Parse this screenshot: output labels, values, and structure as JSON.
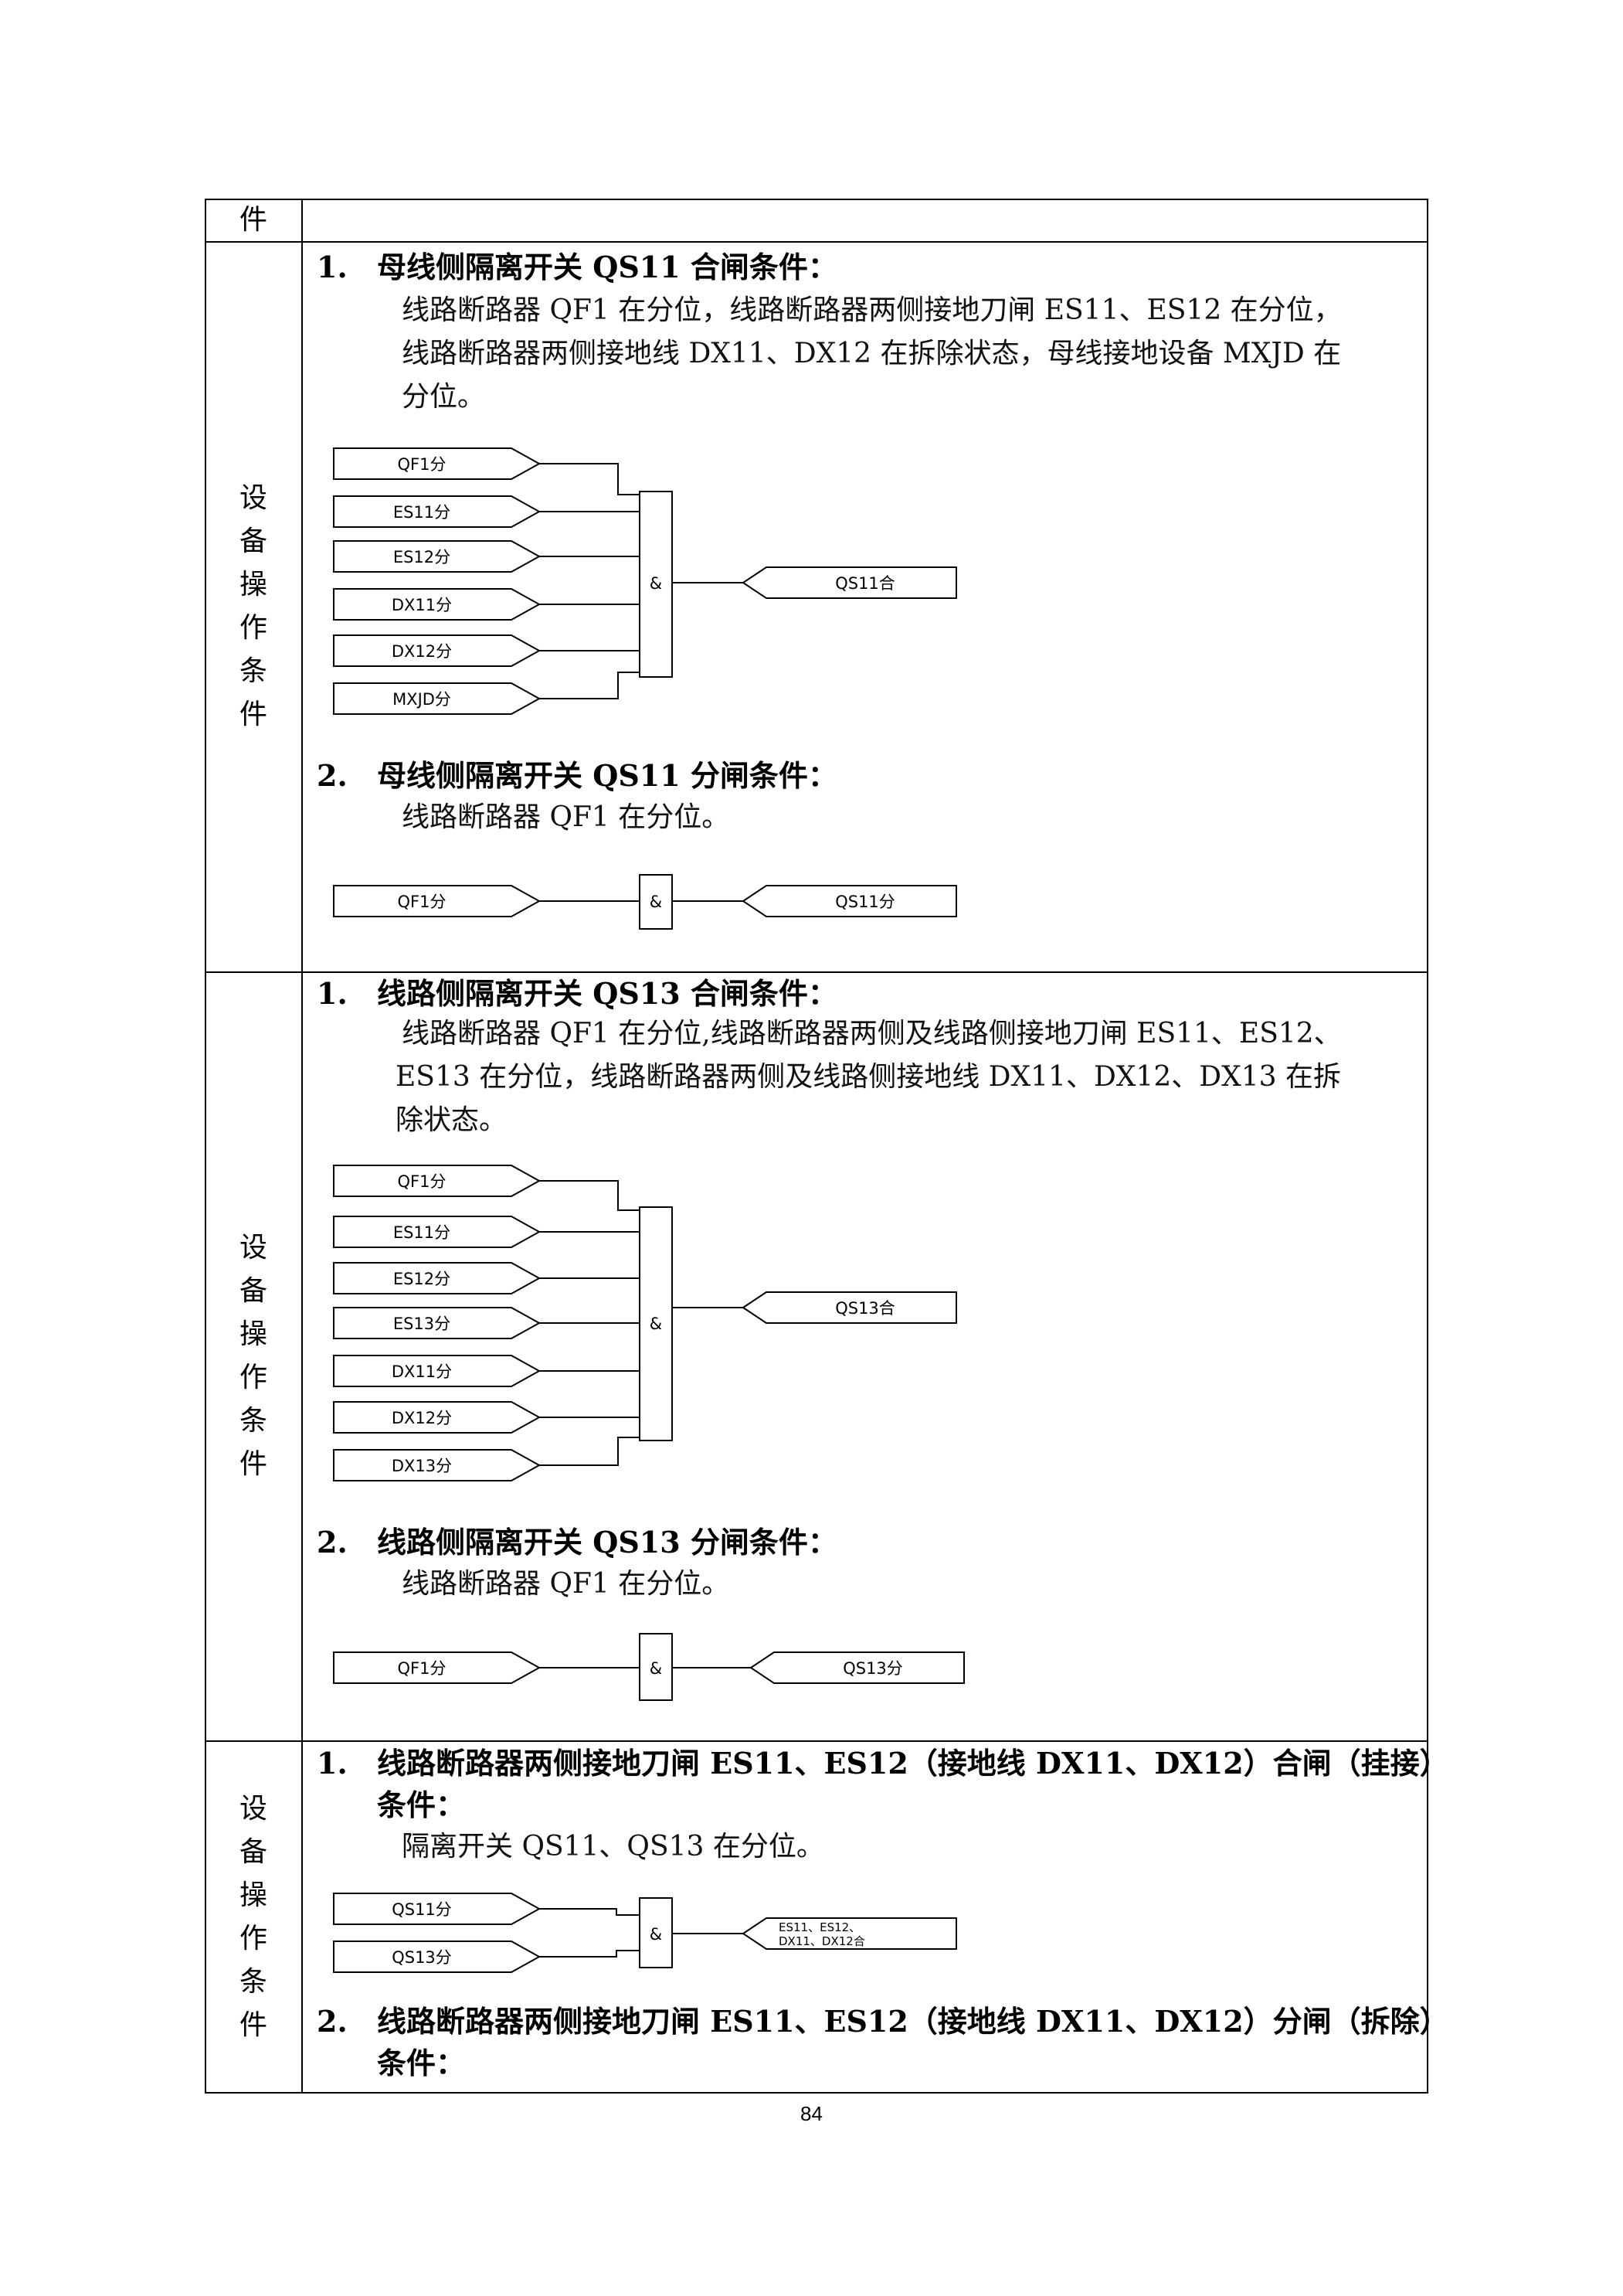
{
  "top_label": "件",
  "row_label": [
    "设",
    "备",
    "操",
    "作",
    "条",
    "件"
  ],
  "sections": [
    {
      "h1_num": "1.",
      "h1": "母线侧隔离开关 QS11 合闸条件：",
      "p1": [
        "线路断路器 QF1 在分位，线路断路器两侧接地刀闸 ES11、ES12 在分位，",
        "线路断路器两侧接地线 DX11、DX12 在拆除状态，母线接地设备 MXJD 在",
        "分位。"
      ],
      "d1_inputs": [
        "QF1分",
        "ES11分",
        "ES12分",
        "DX11分",
        "DX12分",
        "MXJD分"
      ],
      "d1_gate": "&",
      "d1_output": "QS11合",
      "h2_num": "2.",
      "h2": "母线侧隔离开关 QS11 分闸条件：",
      "p2": [
        "线路断路器 QF1 在分位。"
      ],
      "d2_input": "QF1分",
      "d2_gate": "&",
      "d2_output": "QS11分"
    },
    {
      "h1_num": "1.",
      "h1": "线路侧隔离开关 QS13 合闸条件：",
      "p1": [
        "线路断路器 QF1 在分位,线路断路器两侧及线路侧接地刀闸 ES11、ES12、",
        "ES13 在分位，线路断路器两侧及线路侧接地线 DX11、DX12、DX13 在拆",
        "除状态。"
      ],
      "d1_inputs": [
        "QF1分",
        "ES11分",
        "ES12分",
        "ES13分",
        "DX11分",
        "DX12分",
        "DX13分"
      ],
      "d1_gate": "&",
      "d1_output": "QS13合",
      "h2_num": "2.",
      "h2": "线路侧隔离开关 QS13 分闸条件：",
      "p2": [
        "线路断路器 QF1 在分位。"
      ],
      "d2_input": "QF1分",
      "d2_gate": "&",
      "d2_output": "QS13分"
    },
    {
      "h1_num": "1.",
      "h1": [
        "线路断路器两侧接地刀闸 ES11、ES12（接地线 DX11、DX12）合闸（挂接）",
        "条件："
      ],
      "p1": [
        "隔离开关 QS11、QS13 在分位。"
      ],
      "d1_inputs": [
        "QS11分",
        "QS13分"
      ],
      "d1_gate": "&",
      "d1_output": [
        "ES11、ES12、",
        "DX11、DX12合"
      ],
      "h2_num": "2.",
      "h2": [
        "线路断路器两侧接地刀闸 ES11、ES12（接地线 DX11、DX12）分闸（拆除）",
        "条件："
      ]
    }
  ],
  "page_number": "84"
}
